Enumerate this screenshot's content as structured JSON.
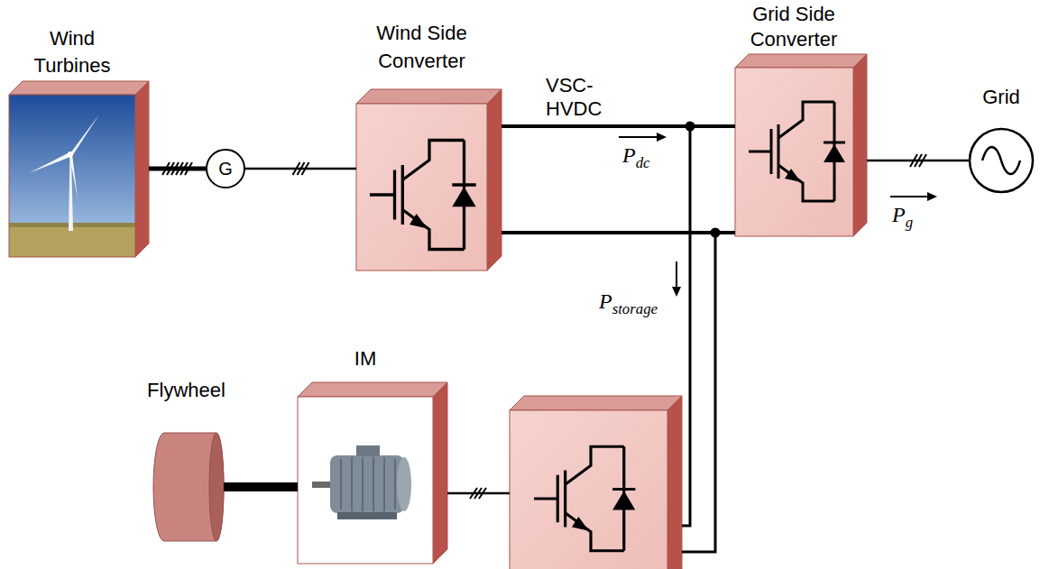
{
  "diagram": {
    "nodes": [
      {
        "text": [
          "Wind Turbines"
        ]
      },
      {
        "text": [
          "G"
        ]
      },
      {
        "text": [
          "Wind Side Converter"
        ]
      },
      {
        "text": [
          "Grid Side Converter"
        ]
      },
      {
        "text": [
          "Grid"
        ]
      },
      {
        "text": [
          "Flywheel"
        ]
      },
      {
        "text": [
          "IM"
        ]
      }
    ],
    "edges": [
      {
        "from": 0,
        "to": 1,
        "arrow": "none"
      },
      {
        "from": 1,
        "to": 2,
        "arrow": "none"
      },
      {
        "from": 2,
        "to": 3,
        "label": "Pdc",
        "arrow": "none"
      },
      {
        "from": 3,
        "to": 4,
        "label": "Pg",
        "arrow": "none"
      },
      {
        "from": 5,
        "to": 6,
        "arrow": "none"
      }
    ],
    "labels": [
      "VSC-HVDC",
      "Pstorage"
    ]
  }
}
